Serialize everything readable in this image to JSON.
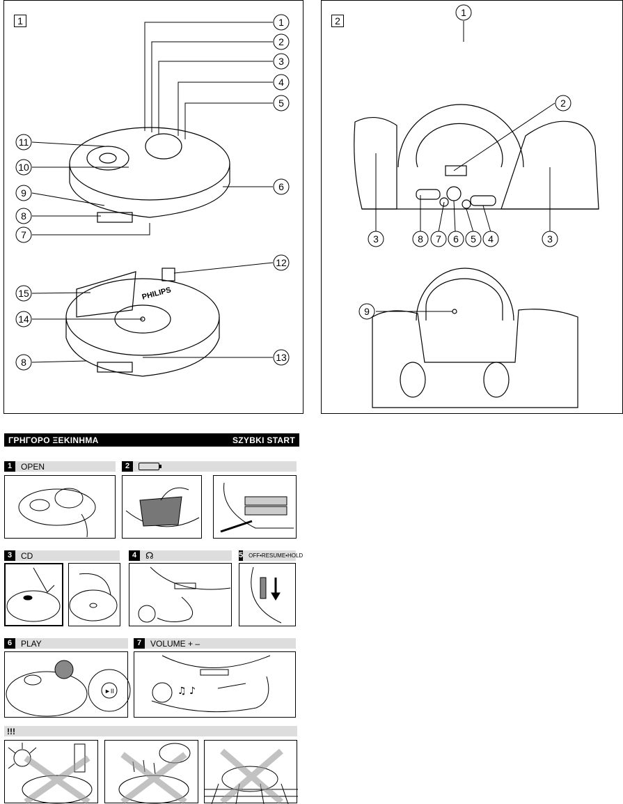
{
  "panel1": {
    "number": "1",
    "callouts": [
      "1",
      "2",
      "3",
      "4",
      "5",
      "6",
      "7",
      "8",
      "9",
      "10",
      "11",
      "12",
      "13",
      "14",
      "15",
      "8"
    ],
    "brand_text": "PHILIPS"
  },
  "panel2": {
    "number": "2",
    "callouts": [
      "1",
      "2",
      "3",
      "3",
      "8",
      "7",
      "6",
      "5",
      "4",
      "9"
    ]
  },
  "quick_start": {
    "left_title": "ΓΡΗΓΟΡΟ ΞΕΚΙΝΗΜΑ",
    "right_title": "SZYBKI START"
  },
  "steps": [
    {
      "num": "1",
      "label": "OPEN"
    },
    {
      "num": "2",
      "label": "",
      "icon": "battery-icon"
    },
    {
      "num": "3",
      "label": "CD"
    },
    {
      "num": "4",
      "label": "",
      "icon": "headphones-icon"
    },
    {
      "num": "5",
      "label": "OFF•RESUME•HOLD"
    },
    {
      "num": "6",
      "label": "PLAY"
    },
    {
      "num": "7",
      "label": "VOLUME + –"
    }
  ],
  "warning": {
    "label": "!!!"
  }
}
